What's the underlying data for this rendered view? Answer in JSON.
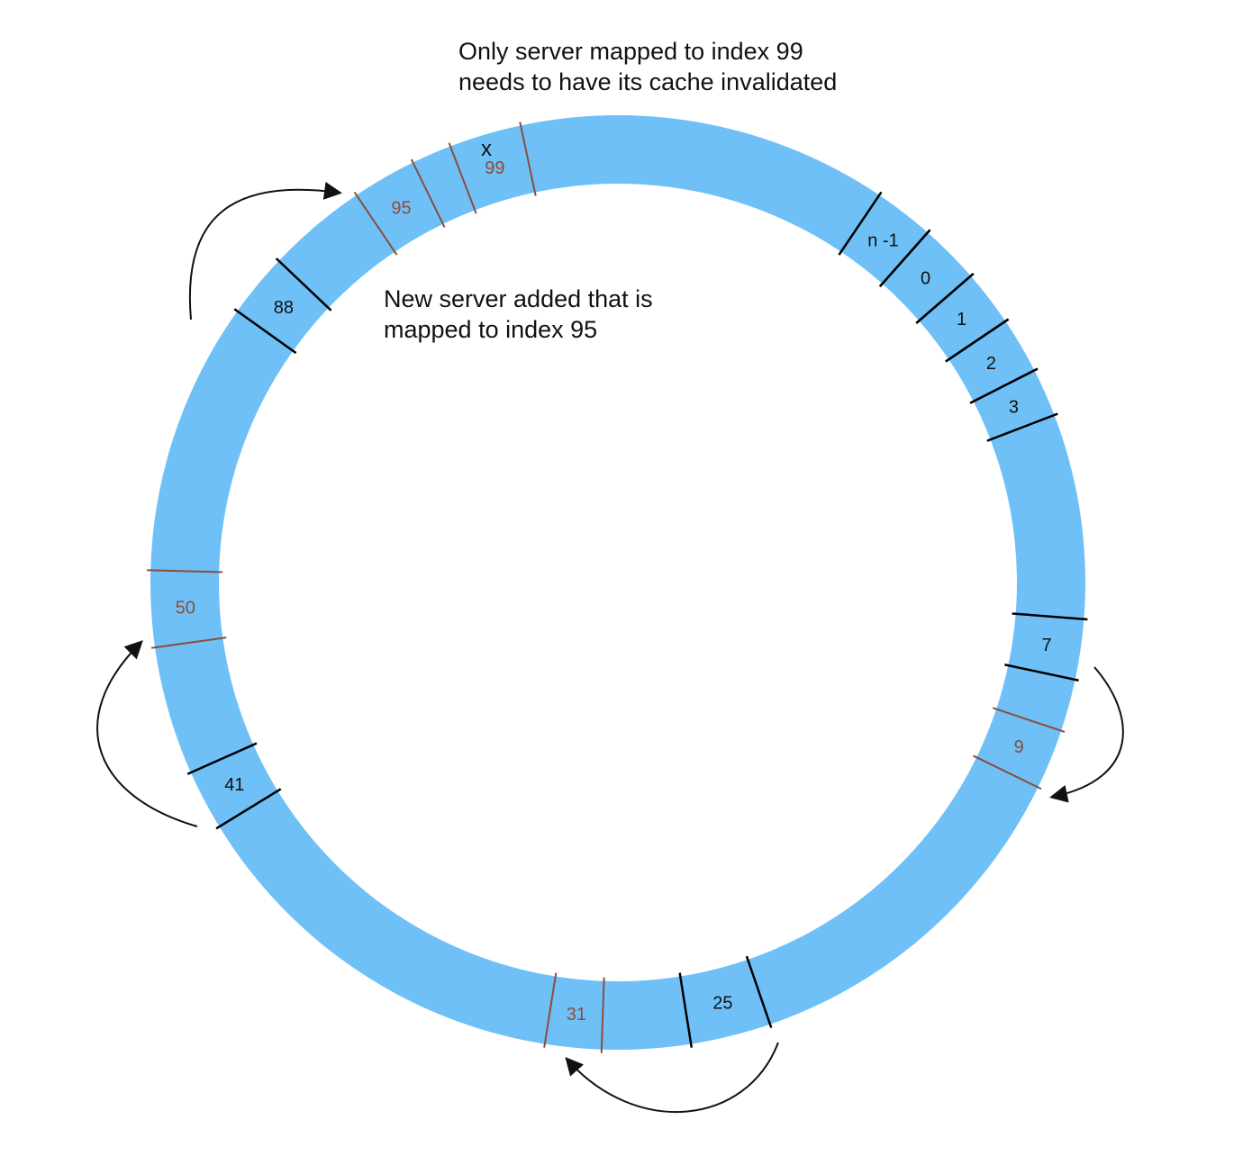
{
  "captions": {
    "top_line1": "Only server mapped to index 99",
    "top_line2": "needs to have its cache invalidated",
    "middle_line1": "New server added that is",
    "middle_line2": "mapped to index 95"
  },
  "marker": "x",
  "colors": {
    "ring": "#6fc0f7",
    "divider_default": "#000000",
    "divider_highlight": "#8b4d3c",
    "label_default": "#111111",
    "label_highlight": "#8b4d3c",
    "arrow": "#111111"
  },
  "segments": [
    {
      "label": "n -1",
      "highlight": false
    },
    {
      "label": "0",
      "highlight": false
    },
    {
      "label": "1",
      "highlight": false
    },
    {
      "label": "2",
      "highlight": false
    },
    {
      "label": "3",
      "highlight": false
    },
    {
      "label": "7",
      "highlight": false
    },
    {
      "label": "9",
      "highlight": true
    },
    {
      "label": "25",
      "highlight": false
    },
    {
      "label": "31",
      "highlight": true
    },
    {
      "label": "41",
      "highlight": false
    },
    {
      "label": "50",
      "highlight": true
    },
    {
      "label": "88",
      "highlight": false
    },
    {
      "label": "95",
      "highlight": true
    },
    {
      "label": "99",
      "highlight": true
    }
  ]
}
